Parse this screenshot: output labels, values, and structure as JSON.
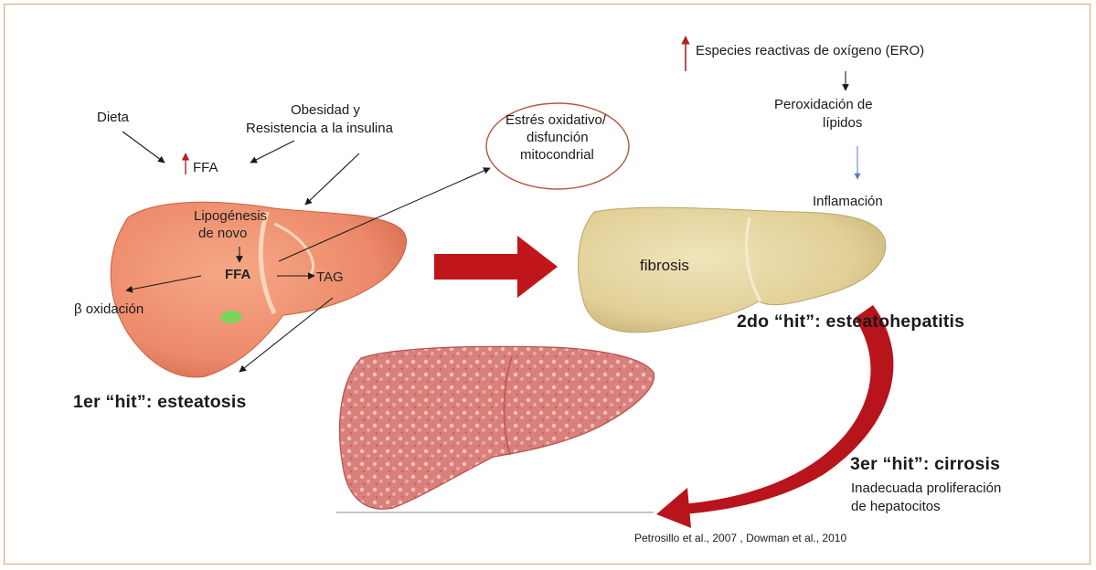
{
  "labels": {
    "dieta": "Dieta",
    "obesidad_line1": "Obesidad  y",
    "obesidad_line2": "Resistencia a la insulina",
    "ffa_up": "FFA",
    "lipogenesis_line1": "Lipogénesis",
    "lipogenesis_line2": "de novo",
    "ffa_liver": "FFA",
    "tag": "TAG",
    "beta_oxidacion": "β oxidación",
    "estres_line1": "Estrés oxidativo/",
    "estres_line2": "disfunción",
    "estres_line3": "mitocondrial",
    "especies": "Especies reactivas de oxígeno (ERO)",
    "peroxidacion_line1": "Peroxidación de",
    "peroxidacion_line2": "lípidos",
    "inflamacion": "Inflamación",
    "fibrosis": "fibrosis",
    "hit1": "1er “hit”: esteatosis",
    "hit2": "2do “hit”: esteatohepatitis",
    "hit3": "3er “hit”: cirrosis",
    "proliferacion_line1": "Inadecuada proliferación",
    "proliferacion_line2": "de hepatocitos",
    "citation": "Petrosillo et al., 2007 , Dowman et al., 2010"
  },
  "colors": {
    "frame": "#e5a26a",
    "up_arrow": "#b22222",
    "big_arrow": "#c0161b",
    "ellipse": "#b5563a",
    "liver_fatty": "#ee8d6f",
    "liver_fibrosis": "#e3d49c",
    "liver_cirrhosis": "#d97a78",
    "inflamacion_arrow": "#5a7bc4"
  }
}
